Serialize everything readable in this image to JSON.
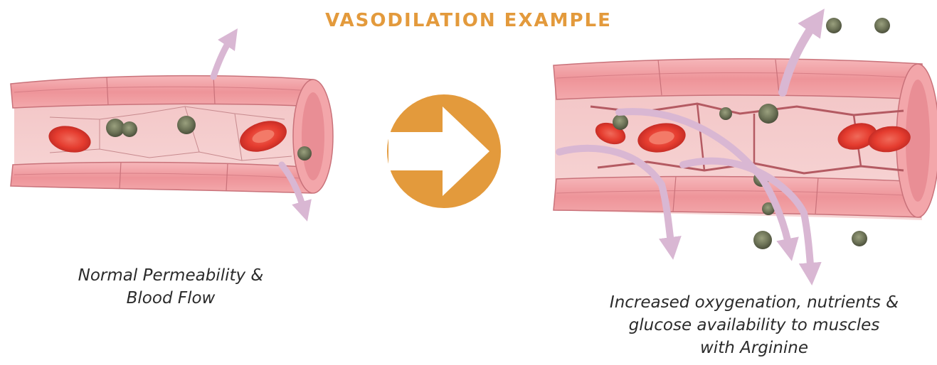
{
  "title": "VASODILATION EXAMPLE",
  "left_caption": {
    "line1": "Normal Permeability &",
    "line2": "Blood Flow"
  },
  "right_caption": {
    "line1": "Increased oxygenation, nutrients &",
    "line2": "glucose availability to muscles",
    "line3": "with Arginine"
  },
  "colors": {
    "title": "#E39A3C",
    "arrow_circle": "#E39A3C",
    "vessel": "#F0A3A6",
    "vessel_dark": "#C65A63",
    "red_cell": "#E8453A",
    "particle": "#6E7458",
    "flow_arrow": "#D9B7D3"
  },
  "icons": {
    "center_arrow": "arrow-right-circle-icon"
  }
}
